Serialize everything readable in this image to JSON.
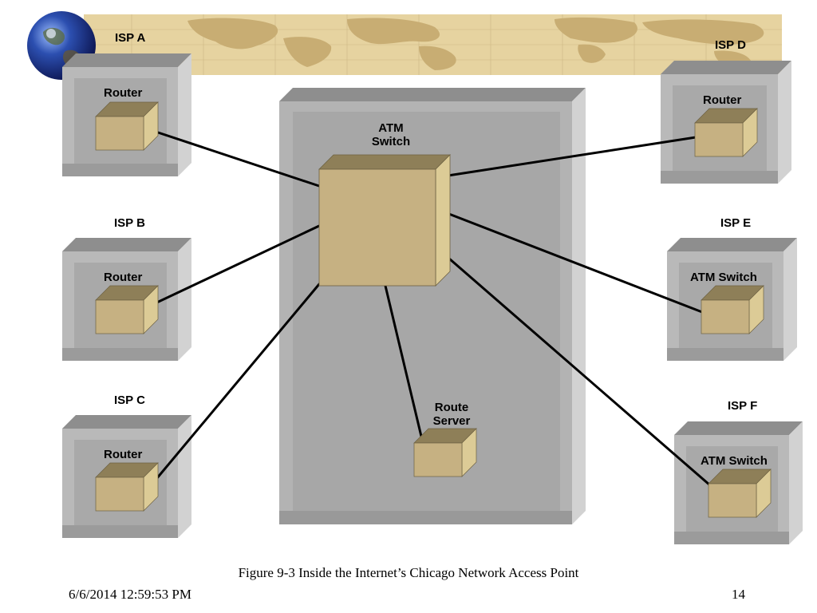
{
  "isp_labels": {
    "a": "ISP A",
    "b": "ISP B",
    "c": "ISP C",
    "d": "ISP D",
    "e": "ISP E",
    "f": "ISP F"
  },
  "device_labels": {
    "a": "Router",
    "b": "Router",
    "c": "Router",
    "d": "Router",
    "e": "ATM Switch",
    "f": "ATM Switch"
  },
  "nap": {
    "atm_switch_line1": "ATM",
    "atm_switch_line2": "Switch",
    "route_server_line1": "Route",
    "route_server_line2": "Server"
  },
  "caption": "Figure 9-3 Inside the Internet’s Chicago Network Access Point",
  "footer": {
    "date": "6/6/2014 12:59:53 PM",
    "page": "14"
  },
  "colors": {
    "box_face": "#b9b9b9",
    "box_top": "#8e8e8e",
    "box_side": "#d2d2d2",
    "nap_face": "#a9a9a9",
    "device_front": "#c6b182",
    "device_top": "#8e7f58",
    "device_side": "#dccb96",
    "map_bg": "#e6d3a0",
    "map_land": "#c8ad73"
  }
}
